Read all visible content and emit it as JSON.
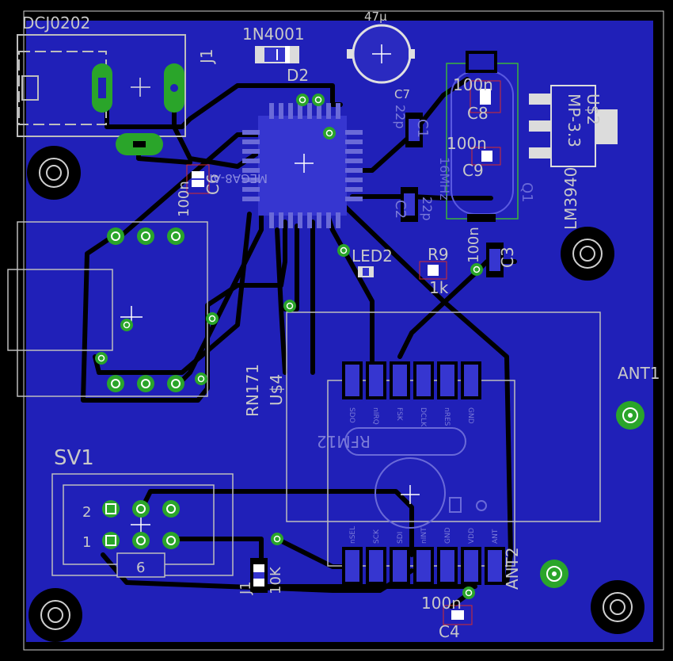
{
  "colors": {
    "background": "#000000",
    "copper": "#2222bb",
    "trace": "#000000",
    "silk": "#c8c8c8",
    "pad": "#2aa52a",
    "via_hole": "#ffffff",
    "smd_pad": "#3333cc",
    "doc_outline": "#bdbdbd",
    "keepout": "#d62c2c",
    "crystal_outline": "#3ab43a"
  },
  "labels": {
    "dcj": "DCJ0202",
    "j1": "J1",
    "diode": "1N4001",
    "d2": "D2",
    "cap47": "47μ",
    "c7": "C7",
    "c8_val": "100n",
    "c8": "C8",
    "c9_val": "100n",
    "c9": "C9",
    "us2": "U$2",
    "mp": "MP-3.3",
    "lm": "LM3940",
    "c6_val": "100n",
    "c6": "C6",
    "mega": "MEGA8-AI",
    "q1": "Q1",
    "c1": "C1",
    "c1_val": "22p",
    "c2": "C2",
    "c2_val": "22p",
    "q1_val": "16MHz",
    "c3": "C3",
    "c3_val": "100n",
    "led2": "LED2",
    "r9": "R9",
    "r9_val": "1k",
    "rn171": "RN171",
    "us4": "U$4",
    "ant1": "ANT1",
    "sv1": "SV1",
    "pin2": "2",
    "pin1": "1",
    "pin6": "6",
    "j1b": "J1",
    "r10k": "10K",
    "ant2": "ANT2",
    "c4_val": "100n",
    "c4": "C4",
    "rfm12": "RFM12"
  },
  "rfm_pins_top": [
    "SDO",
    "nIRQ",
    "FSK",
    "DCLK",
    "nRES",
    "GND"
  ],
  "rfm_pins_bottom": [
    "nSEL",
    "SCK",
    "SDI",
    "nINT",
    "GND",
    "VDD",
    "ANT"
  ]
}
